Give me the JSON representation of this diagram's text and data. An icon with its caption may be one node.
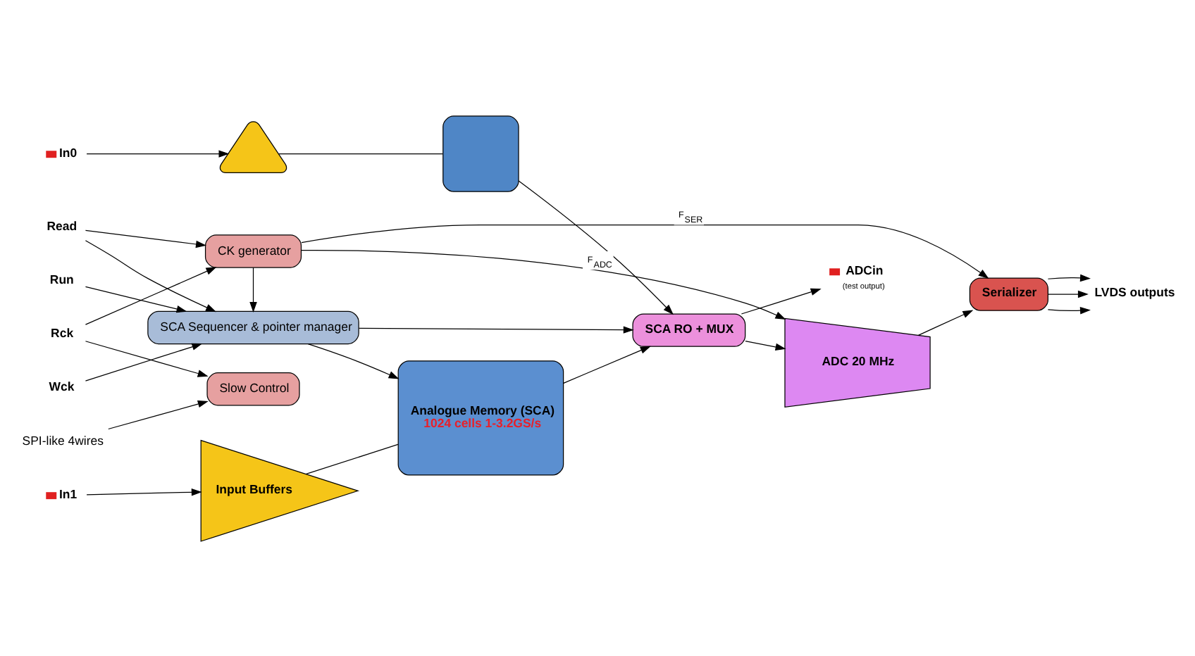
{
  "diagram": {
    "nodes": [
      {
        "text": [
          "In0"
        ]
      },
      {
        "text": [
          "In1"
        ]
      },
      {
        "text": [],
        "shape": "triangle"
      },
      {
        "text": [
          "Input Buffers"
        ]
      },
      {
        "text": [],
        "shape": "box"
      },
      {
        "text": [
          "Analogue Memory (SCA)",
          "1024 cells 1-3.2GS/s"
        ]
      },
      {
        "text": [
          "SCA RO + MUX"
        ]
      },
      {
        "text": [
          "ADC 20 MHz"
        ]
      },
      {
        "text": [
          "Serializer"
        ]
      },
      {
        "text": [
          "ADCin"
        ],
        "beside": [
          "(test output)"
        ]
      },
      {
        "text": [
          "LVDS outputs"
        ]
      },
      {
        "text": [
          "Slow Control"
        ]
      },
      {
        "text": [
          "SCA Sequencer & pointer manager"
        ]
      },
      {
        "text": [
          "CK generator"
        ]
      },
      {
        "text": [
          "SPI-like 4wires"
        ]
      },
      {
        "text": [
          "Wck"
        ]
      },
      {
        "text": [
          "Run"
        ]
      },
      {
        "text": [
          "Read"
        ]
      },
      {
        "text": [
          "Rck"
        ]
      }
    ],
    "edges": [
      {
        "from": 0,
        "to": 2,
        "arrow": "to"
      },
      {
        "from": 1,
        "to": 3,
        "arrow": "to"
      },
      {
        "from": 2,
        "to": 4,
        "arrow": "none"
      },
      {
        "from": 3,
        "to": 5,
        "arrow": "none"
      },
      {
        "from": 4,
        "to": 6,
        "arrow": "to"
      },
      {
        "from": 5,
        "to": 6,
        "arrow": "to"
      },
      {
        "from": 6,
        "to": 7,
        "arrow": "to"
      },
      {
        "from": 6,
        "to": 9,
        "arrow": "to"
      },
      {
        "from": 7,
        "to": 8,
        "arrow": "to"
      },
      {
        "from": 8,
        "to": 10,
        "arrow": "to"
      },
      {
        "from": 8,
        "to": 10,
        "arrow": "to"
      },
      {
        "from": 8,
        "to": 10,
        "arrow": "to"
      },
      {
        "from": 12,
        "to": 5,
        "arrow": "to"
      },
      {
        "from": 12,
        "to": 6,
        "arrow": "to"
      },
      {
        "from": 13,
        "to": 12,
        "arrow": "to"
      },
      {
        "from": 13,
        "to": 7,
        "arrow": "to",
        "label": "F$_{ADC}$"
      },
      {
        "from": 13,
        "to": 8,
        "arrow": "to",
        "label": "F$_{SER}$"
      },
      {
        "from": 14,
        "to": 11,
        "arrow": "to"
      },
      {
        "from": 15,
        "to": 12,
        "arrow": "to"
      },
      {
        "from": 16,
        "to": 12,
        "arrow": "to"
      },
      {
        "from": 17,
        "to": 12,
        "arrow": "to"
      },
      {
        "from": 17,
        "to": 13,
        "arrow": "to"
      },
      {
        "from": 18,
        "to": 13,
        "arrow": "to"
      },
      {
        "from": 18,
        "to": 11,
        "arrow": "to"
      }
    ]
  }
}
